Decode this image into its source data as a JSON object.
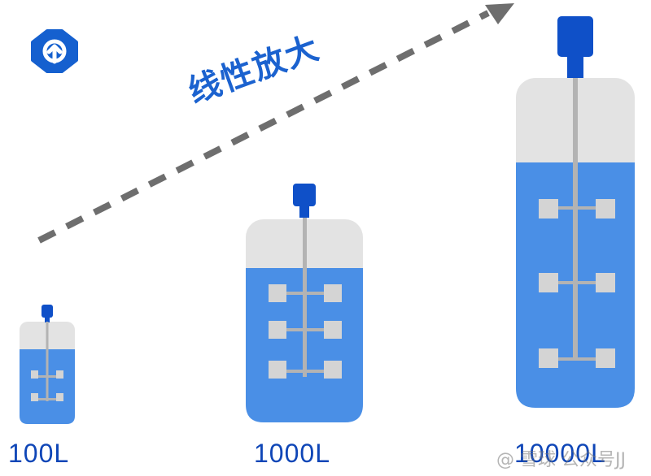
{
  "title": "线性放大",
  "logo_icon": "upload-arrow-icon",
  "colors": {
    "brand_blue": "#1560cf",
    "liquid_blue": "#4a8fe6",
    "headspace_gray": "#e3e3e3",
    "shaft_gray": "#b3b3b3",
    "arrow_gray": "#6e6e6e",
    "label_blue": "#0f46b7"
  },
  "vessels": [
    {
      "label": "100L",
      "impeller_levels": 2
    },
    {
      "label": "1000L",
      "impeller_levels": 3
    },
    {
      "label": "10000L",
      "impeller_levels": 3
    }
  ],
  "watermark": "@ 雪球 公众号JJ"
}
